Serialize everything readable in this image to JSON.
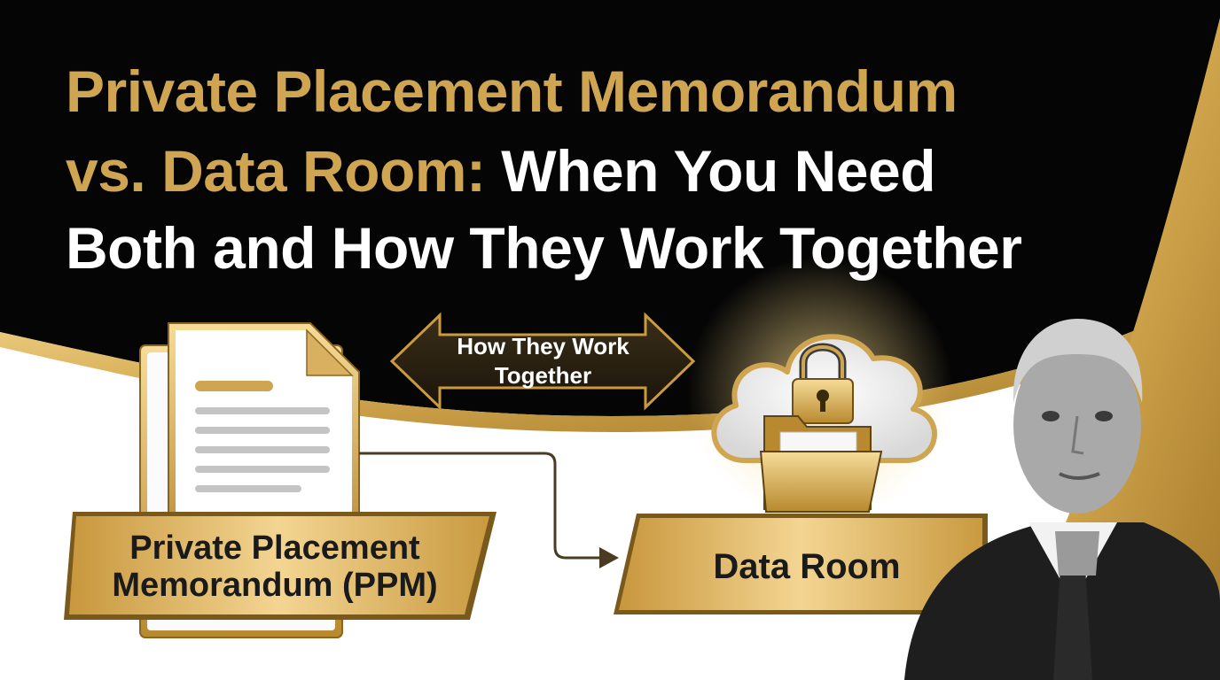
{
  "title": {
    "line1_gold": "Private Placement Memorandum",
    "line2_gold": "vs. Data Room:",
    "line2_white": " When You Need",
    "line3_white": "Both and How They Work Together"
  },
  "diagram": {
    "ppm_label_line1": "Private Placement",
    "ppm_label_line2": "Memorandum (PPM)",
    "center_label_line1": "How They Work",
    "center_label_line2": "Together",
    "data_room_label": "Data Room"
  },
  "colors": {
    "gold": "#cfa552",
    "gold_light": "#f0d28c",
    "gold_dark": "#9c7424",
    "background_dark": "#050505",
    "background_light": "#ffffff",
    "text_dark": "#1a1a1a"
  },
  "icons": [
    "document-icon",
    "cloud-icon",
    "padlock-icon",
    "folder-icon",
    "double-arrow-icon",
    "connector-arrow-icon"
  ]
}
